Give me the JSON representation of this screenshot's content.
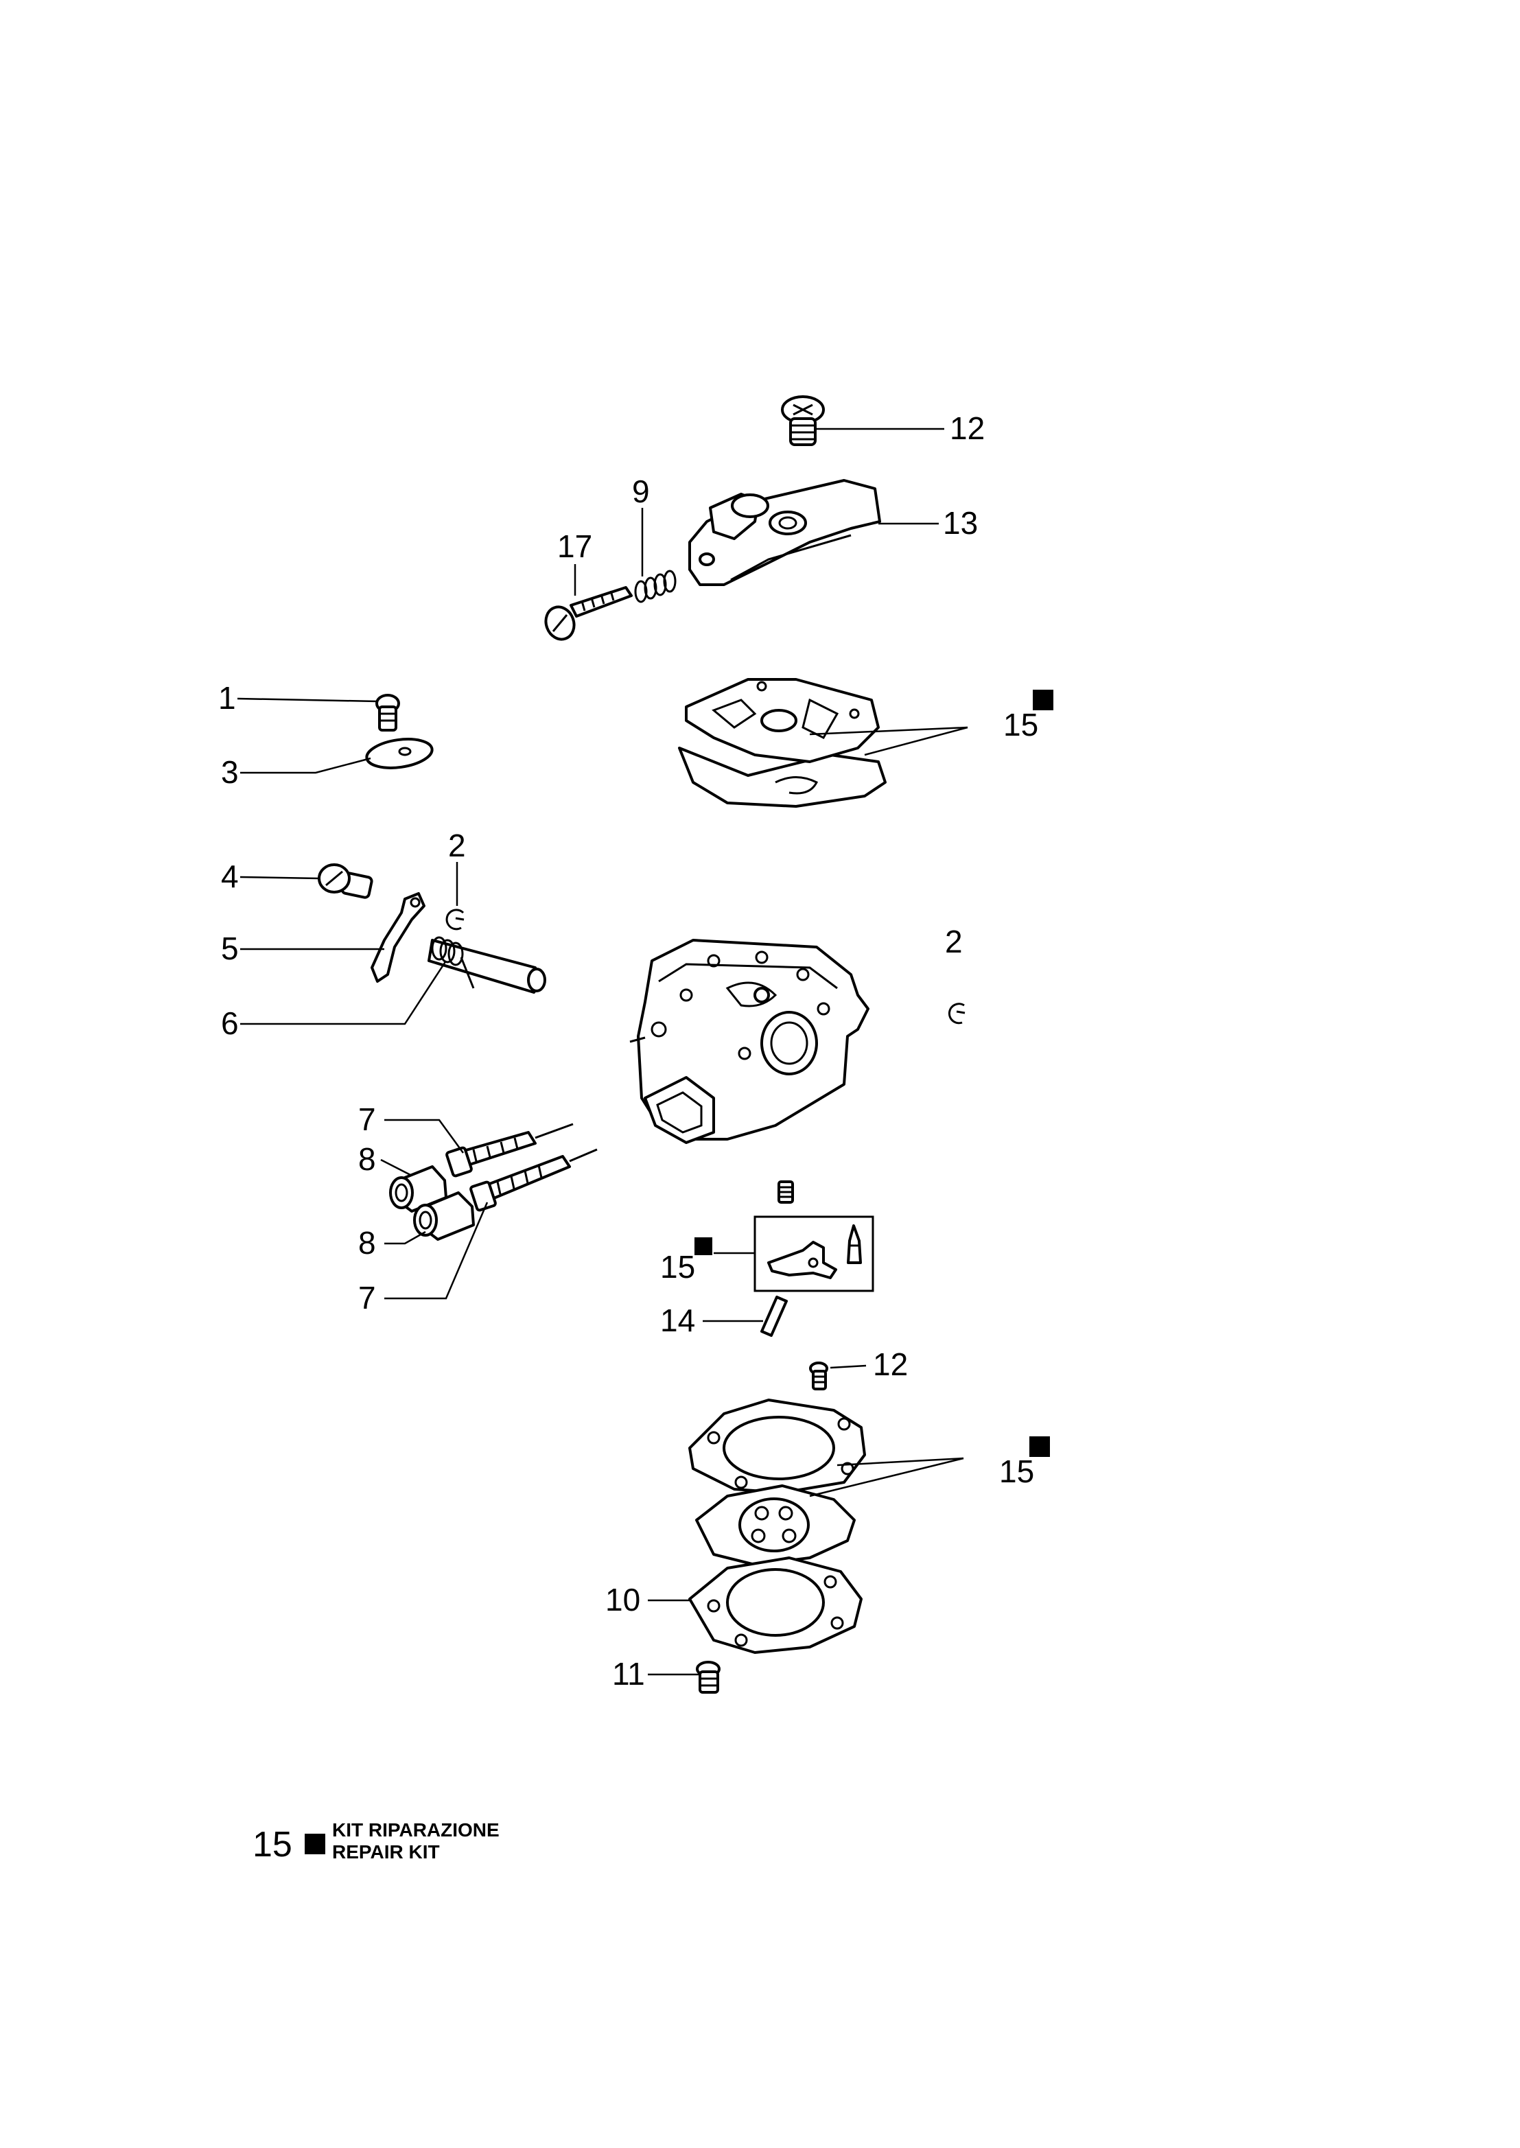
{
  "callouts": {
    "c1": "1",
    "c2a": "2",
    "c2b": "2",
    "c3": "3",
    "c4": "4",
    "c5": "5",
    "c6": "6",
    "c7a": "7",
    "c7b": "7",
    "c8a": "8",
    "c8b": "8",
    "c9": "9",
    "c10": "10",
    "c11": "11",
    "c12a": "12",
    "c12b": "12",
    "c13": "13",
    "c14": "14",
    "c15a": "15",
    "c15b": "15",
    "c15c": "15",
    "c17": "17"
  },
  "legend": {
    "number": "15",
    "line1": "KIT RIPARAZIONE",
    "line2": "REPAIR KIT"
  }
}
